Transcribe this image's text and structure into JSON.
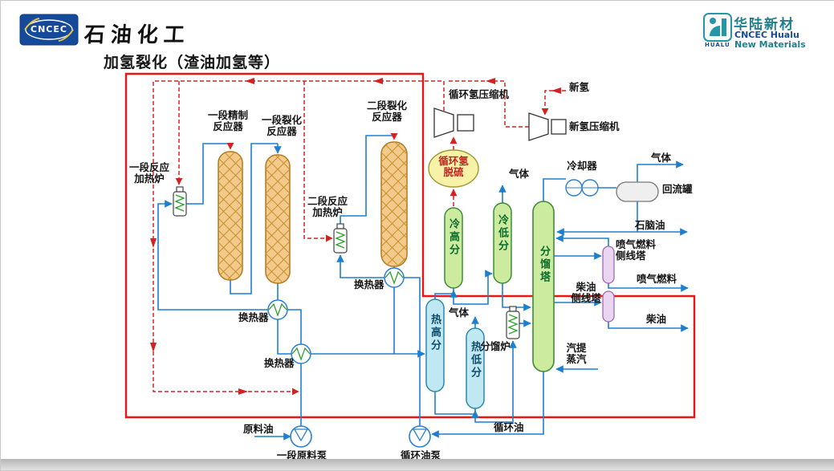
{
  "header": {
    "logo_text": "CNCEC",
    "brand_cn": "石油化工",
    "right_logo": {
      "icon_text": "HUALU",
      "name_cn": "华陆新材",
      "name_en": "CNCEC Hualu",
      "tagline": "New Materials"
    }
  },
  "title": "加氢裂化（渣油加氢等）",
  "labels": {
    "furnace1": [
      "一段反应",
      "加热炉"
    ],
    "reactor1": [
      "一段精制",
      "反应器"
    ],
    "reactor2": [
      "一段裂化",
      "反应器"
    ],
    "reactor3": [
      "二段裂化",
      "反应器"
    ],
    "furnace2": [
      "二段反应",
      "加热炉"
    ],
    "recycle_h2_compressor": "循环氢压缩机",
    "fresh_h2": "新氢",
    "fresh_h2_compressor": "新氢压缩机",
    "desulfurizer": [
      "循环氢",
      "脱硫"
    ],
    "cold_hp_separator": "冷高分",
    "cold_lp_separator": "冷低分",
    "hot_hp_separator": "热高分",
    "hot_lp_separator": "热低分",
    "fractionator": "分馏塔",
    "gas_overhead": "气体",
    "gas_cold_lp": "气体",
    "gas_hot_lp": "气体",
    "cooler": "冷却器",
    "reflux_drum": "回流罐",
    "naphtha": "石脑油",
    "jet_fuel_stripper": [
      "喷气燃料",
      "侧线塔"
    ],
    "jet_fuel": "喷气燃料",
    "diesel_stripper": [
      "柴油",
      "侧线塔"
    ],
    "diesel": "柴油",
    "hx1": "换热器",
    "hx2": "换热器",
    "hx3": "换热器",
    "frac_furnace": "分馏炉",
    "stripping_steam": [
      "汽提",
      "蒸汽"
    ],
    "feed_oil": "原料油",
    "feed_pump": "一段原料泵",
    "recycle_oil_pump": "循环油泵",
    "recycle_oil": "循环油"
  },
  "colors": {
    "highlight_red": "#ec1515",
    "process_line_blue": "#1d7fd0",
    "hydrogen_line_red": "#d42222",
    "reactor_fill": "#f4c98c",
    "green_vessel": "#cdeb9e",
    "cyan_vessel": "#bfe8f2",
    "desulf_yellow": "#f7f2a8",
    "stripper_purple": "#ead6f0",
    "brand_blue": "#15499a",
    "brand_teal": "#1f7f8c"
  }
}
